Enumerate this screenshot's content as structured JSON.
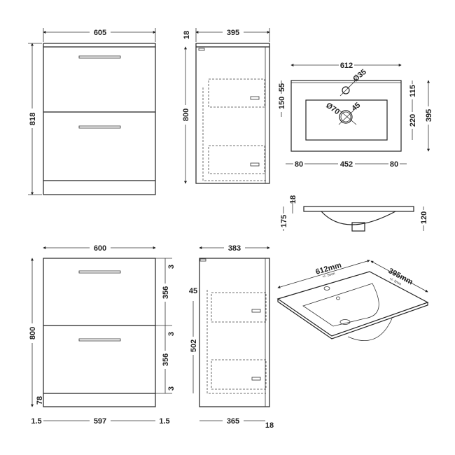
{
  "top_front": {
    "width": "605",
    "height": "818"
  },
  "top_side": {
    "depth": "395",
    "top_thickness": "18",
    "height": "800"
  },
  "basin_plan": {
    "width": "612",
    "tap_hole": "Ø35",
    "waste": "Ø70",
    "waste_offset": "45",
    "left_top": "55",
    "left_mid": "150",
    "right_top": "115",
    "right_bowl": "220",
    "depth": "395",
    "margin_left": "80",
    "bowl_width": "452",
    "margin_right": "80"
  },
  "basin_section": {
    "thickness": "18",
    "total_depth": "175",
    "bowl_depth": "120"
  },
  "bottom_front": {
    "width": "600",
    "height": "800",
    "gap_top": "3",
    "drawer_top": "356",
    "gap_mid": "3",
    "drawer_bottom": "356",
    "gap_bottom": "3",
    "plinth": "78",
    "side_left": "1.5",
    "inner_width": "597",
    "side_right": "1.5"
  },
  "bottom_side": {
    "depth": "383",
    "drawer_offset": "45",
    "drawer_height": "502",
    "carcass_depth": "365",
    "door_thickness": "18"
  },
  "iso_basin": {
    "width": "612mm",
    "width_tol": "+/- 5mm",
    "depth": "395mm",
    "depth_tol": "+/- 5mm"
  }
}
